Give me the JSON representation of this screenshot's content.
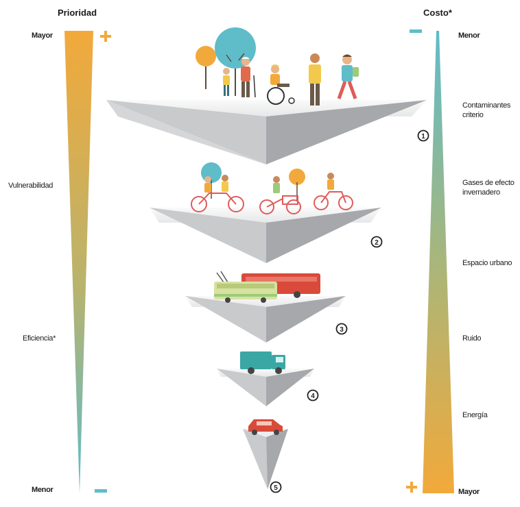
{
  "left_axis": {
    "title": "Prioridad",
    "top_label": "Mayor",
    "bottom_label": "Menor",
    "top_sign": "+",
    "bottom_sign": "−",
    "criteria": [
      "Vulnerabilidad",
      "Eficiencia*"
    ],
    "colors": {
      "top": "#f2a93b",
      "bottom": "#5fbcc9",
      "plus": "#f2a93b",
      "minus": "#5fbcc9"
    }
  },
  "right_axis": {
    "title": "Costo*",
    "top_label": "Menor",
    "bottom_label": "Mayor",
    "top_sign": "−",
    "bottom_sign": "+",
    "criteria": [
      "Contaminantes criterio",
      "Gases de efecto invernadero",
      "Espacio urbano",
      "Ruido",
      "Energía"
    ],
    "colors": {
      "top": "#5fbcc9",
      "bottom": "#f2a93b",
      "plus": "#f2a93b",
      "minus": "#5fbcc9"
    }
  },
  "levels": [
    {
      "number": "1",
      "icon": "pedestrians-icon"
    },
    {
      "number": "2",
      "icon": "bicycles-icon"
    },
    {
      "number": "3",
      "icon": "public-transport-icon"
    },
    {
      "number": "4",
      "icon": "freight-truck-icon"
    },
    {
      "number": "5",
      "icon": "car-icon"
    }
  ]
}
